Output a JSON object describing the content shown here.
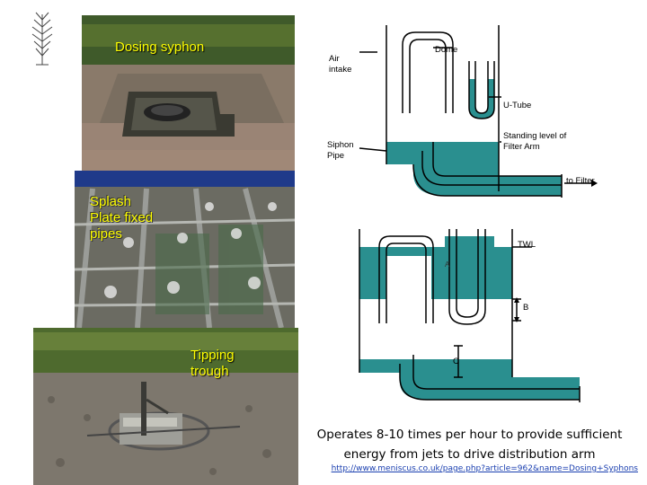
{
  "captions": {
    "dosing_syphon": "Dosing syphon",
    "splash_plate": "Splash\nPlate fixed\npipes",
    "tipping_trough": "Tipping\ntrough"
  },
  "diagram_top": {
    "air_intake": "Air\nintake",
    "dome": "Dome",
    "u_tube": "U-Tube",
    "standing_level": "Standing level of\nFilter Arm",
    "siphon_pipe": "Siphon\nPipe",
    "to_filter": "to Filter"
  },
  "diagram_bottom": {
    "twl": "TWL",
    "a": "A",
    "b": "B",
    "c": "C"
  },
  "note": "Operates 8-10 times per hour to provide sufficient energy from jets to drive distribution arm",
  "link": "http://www.meniscus.co.uk/page.php?article=962&name=Dosing+Syphons",
  "colors": {
    "water": "#2a8f8f",
    "caption": "#ffff00",
    "link": "#1a3fb0"
  }
}
